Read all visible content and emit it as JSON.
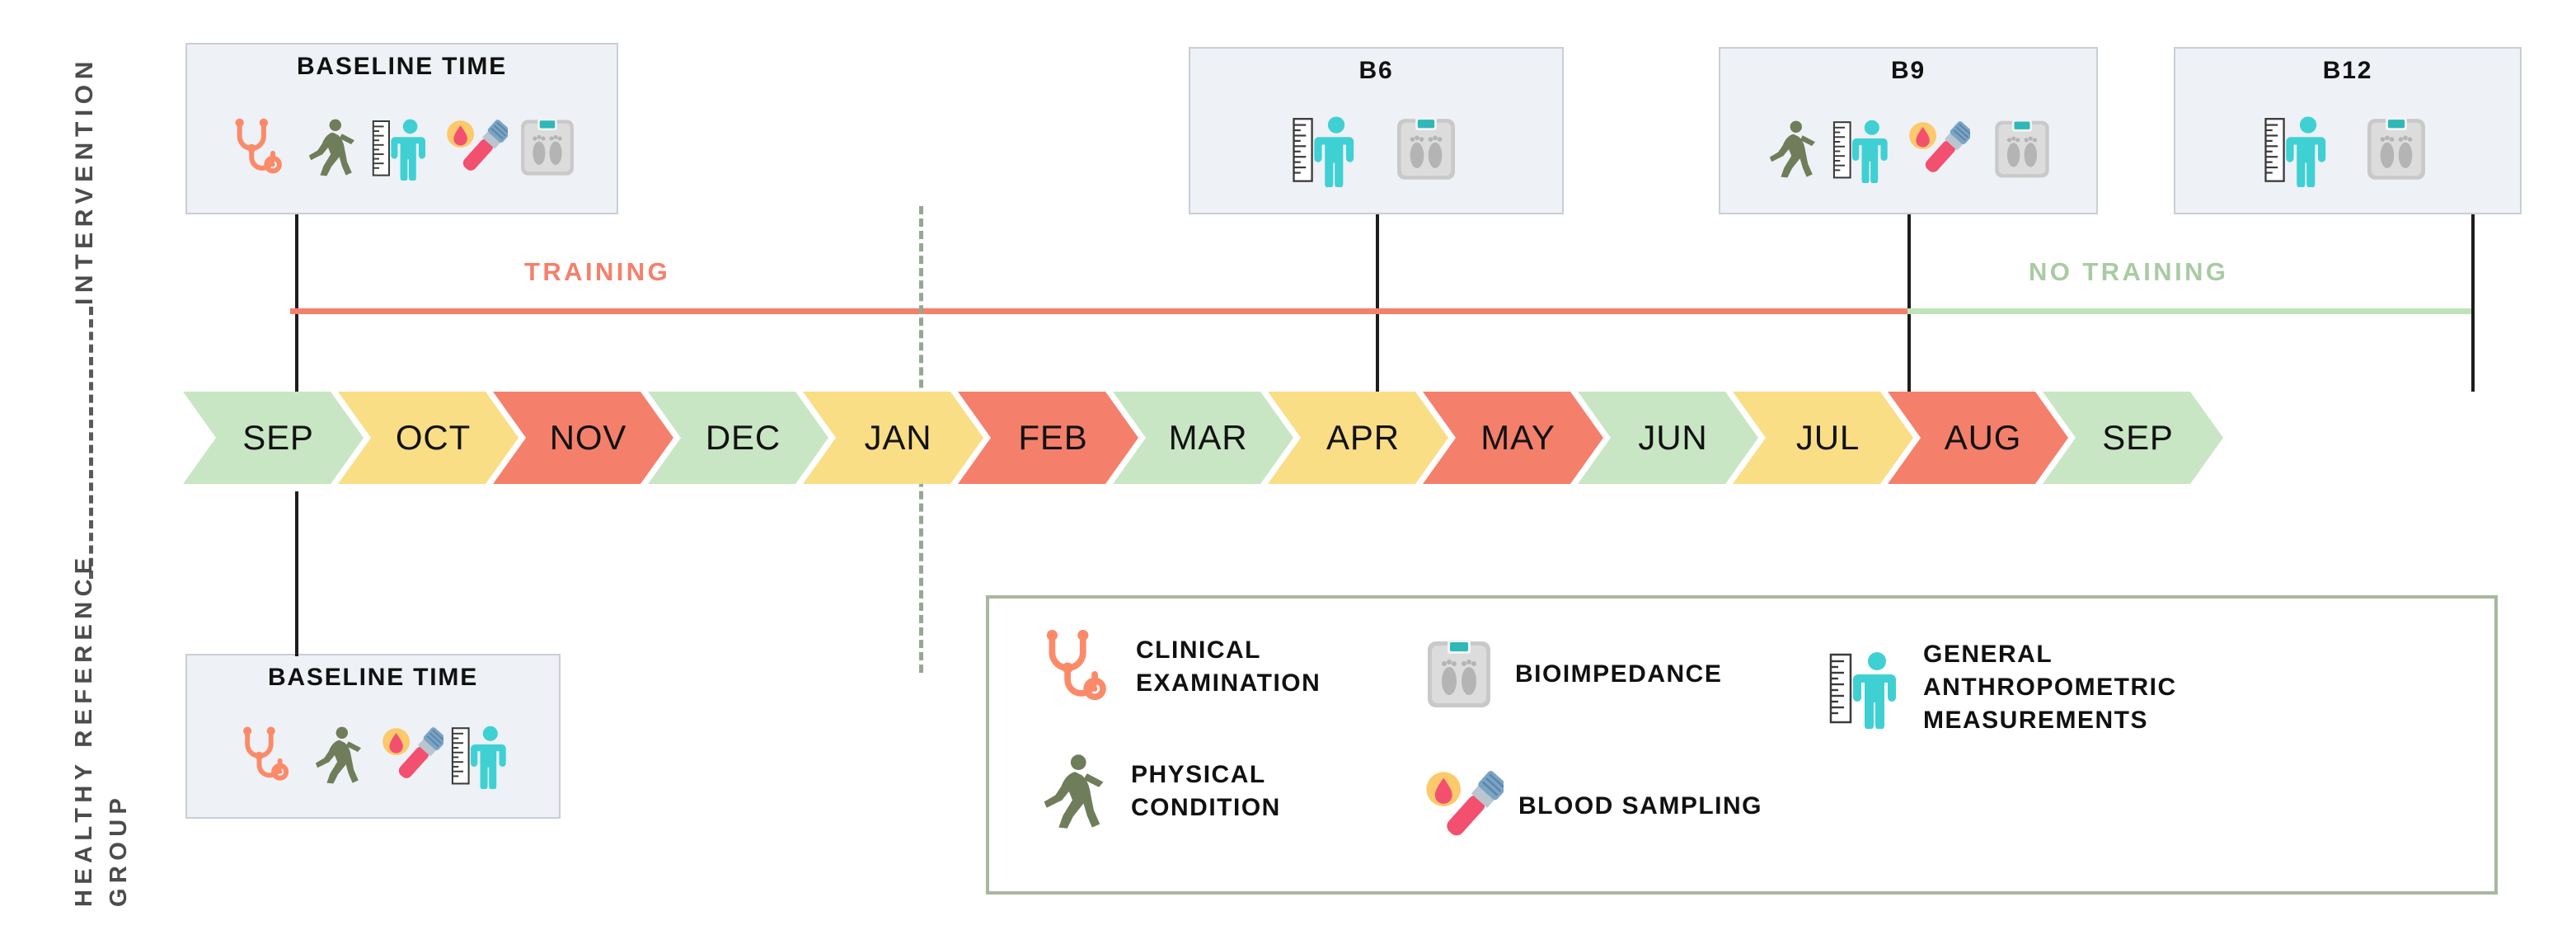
{
  "groups": {
    "intervention_label": "INTERVENTION",
    "healthy_label": "HEALTHY REFERENCE",
    "group_label": "GROUP"
  },
  "boxes": {
    "baseline_top": {
      "title": "BASELINE TIME",
      "icons": [
        "stethoscope-icon",
        "runner-icon",
        "ruler-person-icon",
        "blood-sampling-icon",
        "bioimpedance-scale-icon"
      ]
    },
    "b6": {
      "title": "B6",
      "icons": [
        "ruler-person-icon",
        "bioimpedance-scale-icon"
      ]
    },
    "b9": {
      "title": "B9",
      "icons": [
        "runner-icon",
        "ruler-person-icon",
        "blood-sampling-icon",
        "bioimpedance-scale-icon"
      ]
    },
    "b12": {
      "title": "B12",
      "icons": [
        "ruler-person-icon",
        "bioimpedance-scale-icon"
      ]
    },
    "baseline_bottom": {
      "title": "BASELINE TIME",
      "icons": [
        "stethoscope-icon",
        "runner-icon",
        "blood-sampling-icon",
        "ruler-person-icon"
      ]
    }
  },
  "phases": {
    "training_label": "TRAINING",
    "no_training_label": "NO TRAINING",
    "training_color": "#f4806b",
    "no_training_color": "#bfe2b8"
  },
  "chart_data": {
    "type": "table",
    "title": "Study timeline",
    "categories": [
      "SEP",
      "OCT",
      "NOV",
      "DEC",
      "JAN",
      "FEB",
      "MAR",
      "APR",
      "MAY",
      "JUN",
      "JUL",
      "AUG",
      "SEP"
    ],
    "colors": [
      "green",
      "yellow",
      "red",
      "green",
      "yellow",
      "red",
      "green",
      "yellow",
      "red",
      "green",
      "yellow",
      "red",
      "green"
    ],
    "palette": {
      "green": "#c8e6c3",
      "yellow": "#f9de86",
      "red": "#f4806b"
    },
    "events": [
      {
        "label": "BASELINE TIME",
        "month": "SEP",
        "group": "intervention"
      },
      {
        "label": "B6",
        "month": "MAR",
        "group": "intervention"
      },
      {
        "label": "B9",
        "month": "JUN",
        "group": "intervention"
      },
      {
        "label": "B12",
        "month": "SEP",
        "group": "intervention"
      },
      {
        "label": "BASELINE TIME",
        "month": "SEP",
        "group": "healthy-reference"
      }
    ],
    "phases": [
      {
        "name": "TRAINING",
        "from": "SEP",
        "to": "JUN",
        "color": "#f4806b"
      },
      {
        "name": "NO TRAINING",
        "from": "JUN",
        "to": "SEP",
        "color": "#bfe2b8"
      }
    ]
  },
  "timeline": {
    "months": [
      {
        "label": "SEP",
        "tone": "m-green"
      },
      {
        "label": "OCT",
        "tone": "m-yellow"
      },
      {
        "label": "NOV",
        "tone": "m-red"
      },
      {
        "label": "DEC",
        "tone": "m-green"
      },
      {
        "label": "JAN",
        "tone": "m-yellow"
      },
      {
        "label": "FEB",
        "tone": "m-red"
      },
      {
        "label": "MAR",
        "tone": "m-green"
      },
      {
        "label": "APR",
        "tone": "m-yellow"
      },
      {
        "label": "MAY",
        "tone": "m-red"
      },
      {
        "label": "JUN",
        "tone": "m-green"
      },
      {
        "label": "JUL",
        "tone": "m-yellow"
      },
      {
        "label": "AUG",
        "tone": "m-red"
      },
      {
        "label": "SEP",
        "tone": "m-green"
      }
    ]
  },
  "legend": {
    "clinical": "CLINICAL\nEXAMINATION",
    "physical": "PHYSICAL\nCONDITION",
    "bioimpedance": "BIOIMPEDANCE",
    "blood": "BLOOD SAMPLING",
    "anthropometric": "GENERAL\nANTHROPOMETRIC\nMEASUREMENTS"
  },
  "colors": {
    "box_bg": "#eef1f5",
    "box_border": "#c9ced6",
    "legend_border": "#a8b8a0",
    "connector": "#1d1d1d",
    "stethoscope": "#fb8a69",
    "runner": "#6f7d5a",
    "person": "#3fd0d4",
    "blood_tube": "#f2506e",
    "scale": "#c9c9c9"
  }
}
